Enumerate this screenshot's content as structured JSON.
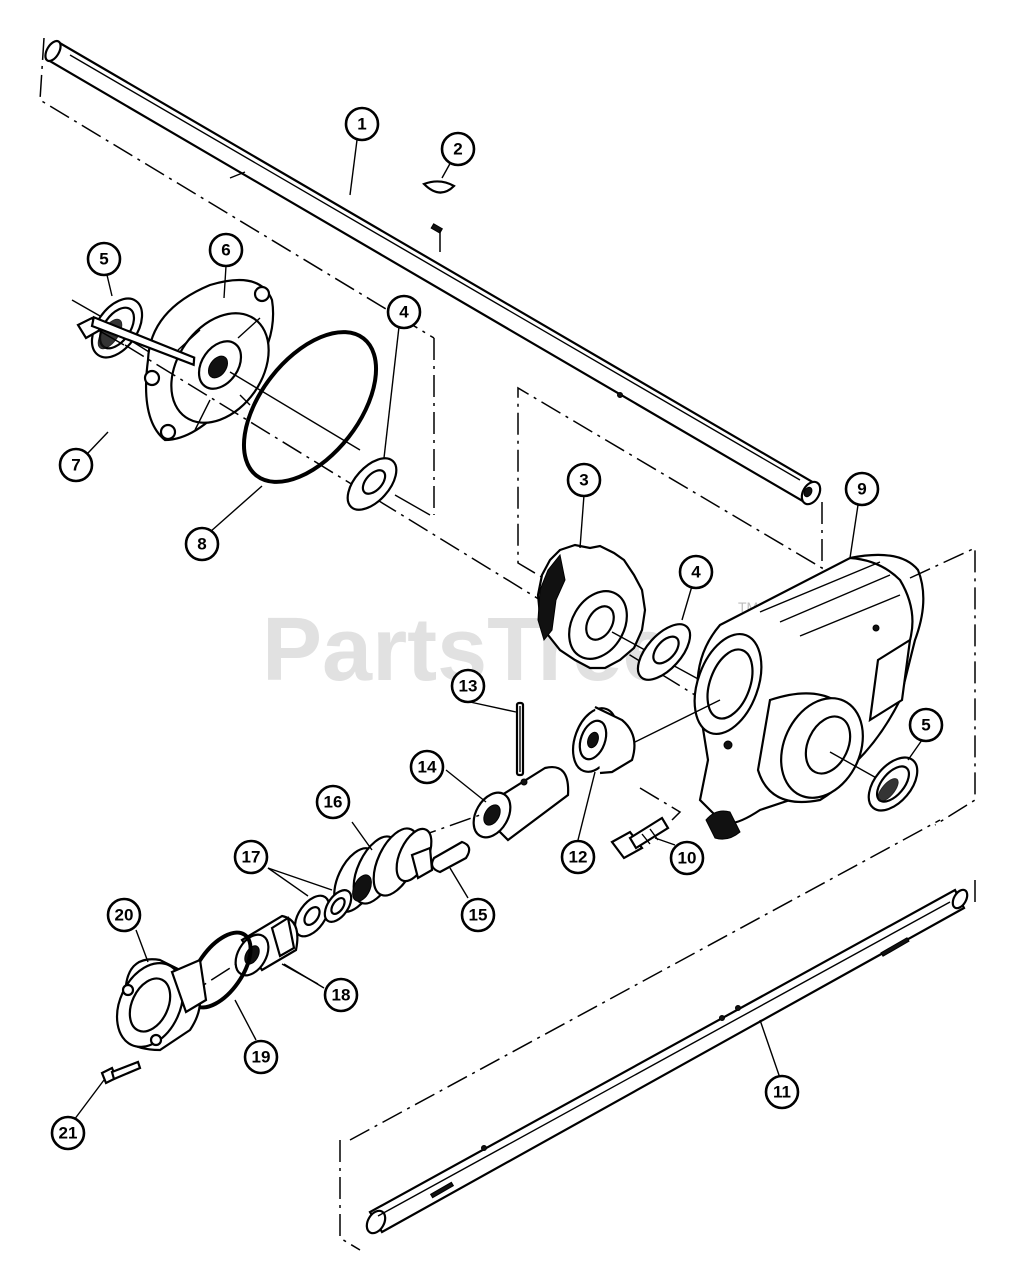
{
  "watermark": {
    "brand": "PartsTree",
    "trademark": "TM"
  },
  "callouts": [
    "1",
    "2",
    "3",
    "4",
    "4",
    "5",
    "5",
    "6",
    "7",
    "8",
    "9",
    "10",
    "11",
    "12",
    "13",
    "14",
    "15",
    "16",
    "17",
    "18",
    "19",
    "20",
    "21"
  ]
}
